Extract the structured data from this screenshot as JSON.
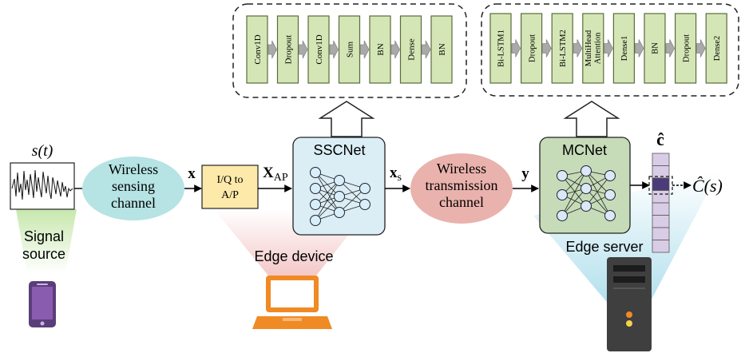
{
  "colors": {
    "layer_fill": "#d4e6b5",
    "layer_stroke": "#5a6b3c",
    "ssc_fill": "#dbeef5",
    "mc_fill": "#c6dbb8",
    "channel_fill": "#b6e3e3",
    "transmission_fill": "#eab2ad",
    "iq_fill": "#fde9a9",
    "edge_device_glow": "#f3c5c5",
    "edge_server_glow": "#a9dceb",
    "source_glow": "#c4e6a8",
    "laptop_color": "#f08a24",
    "phone_color": "#8a5cb0",
    "server_color": "#3f3f3f",
    "selected_cell": "#4b3b78",
    "vector_cells": "#d9cce6"
  },
  "ssc_layers": [
    "Conv1D",
    "Dropout",
    "Conv1D",
    "Sum",
    "BN",
    "Dense",
    "BN"
  ],
  "mc_layers": [
    "Bi-LSTM1",
    "Dropout",
    "Bi-LSTM2",
    "MultiHead Attention",
    "Dense1",
    "BN",
    "Dropout",
    "Dense2"
  ],
  "signal": {
    "label": "s(t)",
    "source_label": "Signal source"
  },
  "wireless_sensing": "Wireless sensing channel",
  "x_label": "x",
  "iq_label": "I/Q to A/P",
  "xap_label": "X",
  "xap_sub": "AP",
  "sscnet_label": "SSCNet",
  "edge_device_label": "Edge device",
  "xs_label": "x",
  "xs_sub": "s",
  "wireless_transmission": "Wireless transmission channel",
  "y_label": "y",
  "mcnet_label": "MCNet",
  "c_hat_label": "ĉ",
  "output_label": "Ĉ(s)",
  "edge_server_label": "Edge server"
}
